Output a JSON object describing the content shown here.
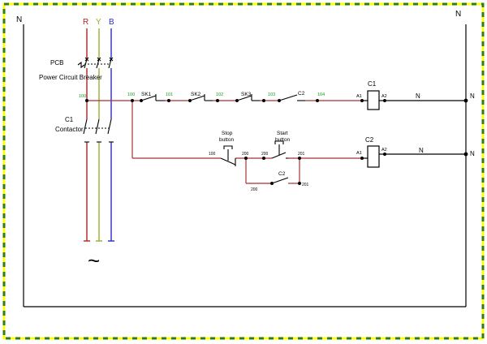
{
  "colors": {
    "border_yellow": "#ffff00",
    "border_green": "#2e7d1a",
    "phase_r": "#b22222",
    "phase_y": "#8db32c",
    "phase_b": "#2b2bc4",
    "control_wire": "#a83232",
    "neutral_wire": "#000000",
    "wire_number_green": "#1a9a1a",
    "text": "#000000"
  },
  "labels": {
    "n_left": "N",
    "n_right_top": "N",
    "phase_r": "R",
    "phase_y": "Y",
    "phase_b": "B",
    "pcb_title": "PCB",
    "pcb_sub": "Power Circuit Breaker",
    "contactor_title": "C1",
    "contactor_sub": "Contactor",
    "tilde": "~"
  },
  "rung1": {
    "wire_100a": "100",
    "wire_100b": "100",
    "sk1": "SK1",
    "wire_101": "101",
    "sk2": "SK2",
    "wire_102": "102",
    "sk3": "SK3",
    "wire_103": "103",
    "c2_contact": "C2",
    "wire_104": "104",
    "coil": "C1",
    "a1": "A1",
    "a2": "A2",
    "n_mid": "N",
    "n_end": "N"
  },
  "rung2": {
    "wire_100": "100",
    "stop_label_1": "Stop",
    "stop_label_2": "button",
    "wire_200a": "200",
    "wire_200b": "200",
    "start_label_1": "Start",
    "start_label_2": "button",
    "wire_201a": "201",
    "wire_201b": "201",
    "wire_200c": "200",
    "c2_hold": "C2",
    "coil": "C2",
    "a1": "A1",
    "a2": "A2",
    "n_mid": "N",
    "n_end": "N"
  }
}
